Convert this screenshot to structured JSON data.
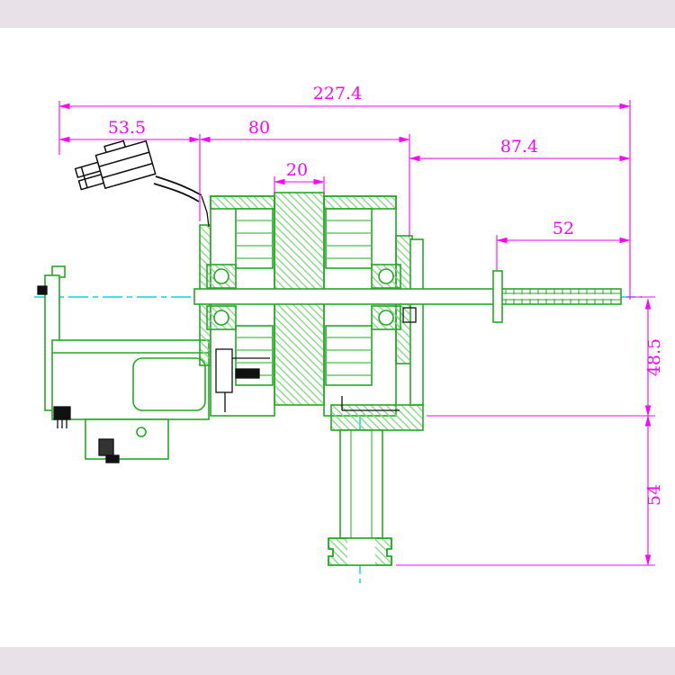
{
  "dimensions": {
    "overall_length": "227.4",
    "left_section": "53.5",
    "motor_section": "80",
    "stator_core": "20",
    "right_section": "87.4",
    "spline_length": "52",
    "upper_height": "48.5",
    "lower_height": "54"
  },
  "colors": {
    "page_background": "#e9e1e8",
    "paper": "#ffffff",
    "dimension": "#ff00ff",
    "outline_green": "#22aa22",
    "hatch_green": "#7fd67f",
    "centerline_cyan": "#00d8d8",
    "detail_black": "#111111"
  }
}
